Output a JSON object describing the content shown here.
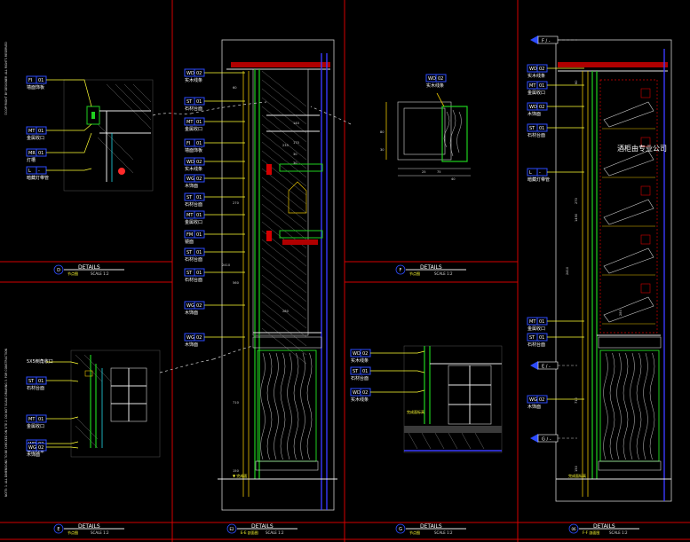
{
  "sheet": {
    "background": "#000000",
    "frame_color": "#d40000",
    "side_note": "©COPYRIGHT BY DESIGNER. ALL RIGHTS RESERVED",
    "side_note_2": "NOTE: 1. ALL DIMENSIONS TO BE CHECKED ON SITE  2. DO NOT SCALE DRAWING  3. FOR CONSTRUCTION",
    "watermark": "酒柜由专业公司"
  },
  "panels": {
    "D": {
      "letter": "D",
      "title": "DETAILS",
      "sub": "节点图",
      "scale": "SCALE 1:2",
      "tags": [
        {
          "code": "FI",
          "num": "01",
          "note": "墙面饰板"
        },
        {
          "code": "MT",
          "num": "01",
          "note": "金属收口"
        },
        {
          "code": "MR",
          "num": "01",
          "note": "灯槽"
        },
        {
          "code": "L",
          "num": "-",
          "note": "暗藏灯带管"
        }
      ]
    },
    "E": {
      "letter": "E",
      "title": "DETAILS",
      "sub": "节点图",
      "scale": "SCALE 1:2",
      "tags": [
        {
          "code": "",
          "num": "",
          "note": "5X5倒角收口"
        },
        {
          "code": "ST",
          "num": "01",
          "note": "石材台面"
        },
        {
          "code": "MT",
          "num": "01",
          "note": "金属收口"
        },
        {
          "code": "WD",
          "num": "02",
          "note": "实木线条"
        },
        {
          "code": "WG",
          "num": "02",
          "note": "木饰面"
        }
      ]
    },
    "E2": {
      "letter": "E2",
      "title": "DETAILS",
      "sub": "E-E 剖面图",
      "scale": "SCALE 1:2",
      "tags": [
        {
          "code": "WD",
          "num": "02",
          "note": "实木线条"
        },
        {
          "code": "ST",
          "num": "01",
          "note": "石材台面"
        },
        {
          "code": "MT",
          "num": "01",
          "note": "金属收口"
        },
        {
          "code": "FI",
          "num": "01",
          "note": "墙面饰板"
        },
        {
          "code": "WD",
          "num": "02",
          "note": "实木线条"
        },
        {
          "code": "WG",
          "num": "02",
          "note": "木饰面"
        },
        {
          "code": "ST",
          "num": "01",
          "note": "石材台面"
        },
        {
          "code": "MT",
          "num": "01",
          "note": "金属收口"
        },
        {
          "code": "FM",
          "num": "01",
          "note": "镜面"
        },
        {
          "code": "ST",
          "num": "01",
          "note": "石材台面"
        },
        {
          "code": "ST",
          "num": "01",
          "note": "石材台面"
        },
        {
          "code": "WG",
          "num": "02",
          "note": "木饰面"
        },
        {
          "code": "WG",
          "num": "02",
          "note": "木饰面"
        }
      ],
      "dims": [
        "60",
        "270",
        "140",
        "235",
        "175",
        "30",
        "30",
        "560",
        "2410",
        "280",
        "710",
        "150"
      ]
    },
    "F": {
      "letter": "F",
      "title": "DETAILS",
      "sub": "节点图",
      "scale": "SCALE 1:2",
      "tags": [
        {
          "code": "WD",
          "num": "02",
          "note": "实木线条"
        }
      ],
      "dims": [
        "80",
        "30",
        "25",
        "75",
        "40"
      ]
    },
    "G": {
      "letter": "G",
      "title": "DETAILS",
      "sub": "节点图",
      "scale": "SCALE 1:2",
      "tags": [
        {
          "code": "WD",
          "num": "02",
          "note": "实木线条"
        },
        {
          "code": "ST",
          "num": "01",
          "note": "石材台面"
        },
        {
          "code": "WD",
          "num": "02",
          "note": "实木线条"
        }
      ],
      "floor": "完成面标高"
    },
    "H": {
      "letter": "06",
      "title": "DETAILS",
      "sub": "F-F 剖面图",
      "scale": "SCALE 1:2",
      "section_marks": [
        "F",
        "E",
        "G"
      ],
      "tags": [
        {
          "code": "WD",
          "num": "02",
          "note": "实木线条"
        },
        {
          "code": "MT",
          "num": "01",
          "note": "金属收口"
        },
        {
          "code": "WD",
          "num": "02",
          "note": "木饰面"
        },
        {
          "code": "ST",
          "num": "01",
          "note": "石材台面"
        },
        {
          "code": "L",
          "num": "-",
          "note": "暗藏灯带管"
        },
        {
          "code": "MT",
          "num": "01",
          "note": "金属收口"
        },
        {
          "code": "ST",
          "num": "01",
          "note": "石材台面"
        },
        {
          "code": "WG",
          "num": "02",
          "note": "木饰面"
        }
      ],
      "dims": [
        "60",
        "270",
        "1490",
        "2410",
        "280",
        "710",
        "150"
      ],
      "floor": "完成面标高"
    }
  }
}
